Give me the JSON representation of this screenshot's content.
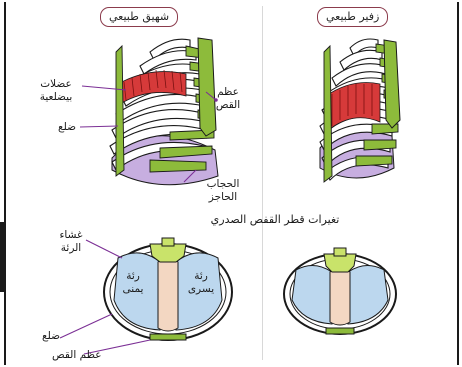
{
  "panels": {
    "left_title": "شهيق طبيعي",
    "right_title": "زفير طبيعي"
  },
  "labels": {
    "intercostal_muscles": "عضلات بيضلعية",
    "rib": "ضلع",
    "sternum": "عظم القص",
    "diaphragm": "الحجاب الحاجز",
    "pleura": "غشاء الرئة",
    "right_lung": "رئة يمنى",
    "left_lung": "رئة يسرى",
    "rib_bottom": "ضلع",
    "sternum_bottom": "عظم القص"
  },
  "section_title": "تغيرات قطر القفص الصدري",
  "colors": {
    "rib_fill": "#ffffff",
    "cartilage": "#8dbb3b",
    "muscle": "#d63a3a",
    "diaphragm": "#c7aee0",
    "lung": "#bcd7ee",
    "mediastinum": "#f3d7c2",
    "vertebra": "#c9e36a",
    "label_line": "#7b2f95"
  }
}
